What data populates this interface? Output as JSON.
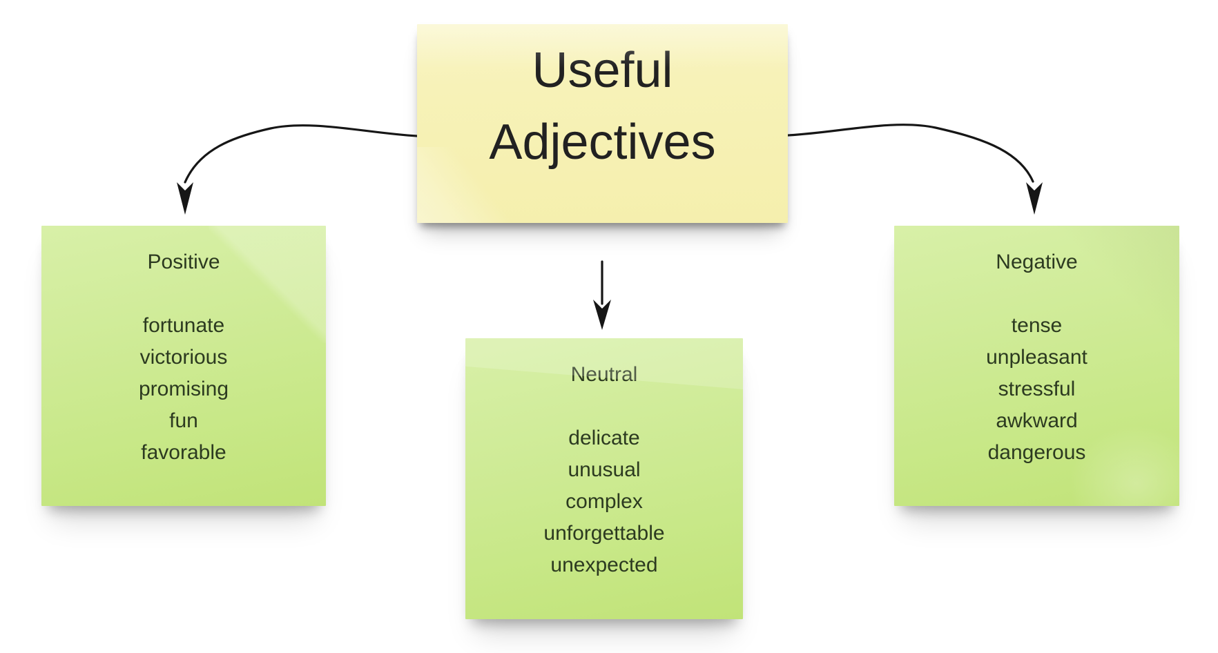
{
  "title_note": {
    "text": "Useful Adjectives"
  },
  "category_notes": [
    {
      "label": "Positive",
      "words": [
        "fortunate",
        "victorious",
        "promising",
        "fun",
        "favorable"
      ]
    },
    {
      "label": "Neutral",
      "words": [
        "delicate",
        "unusual",
        "complex",
        "unforgettable",
        "unexpected"
      ]
    },
    {
      "label": "Negative",
      "words": [
        "tense",
        "unpleasant",
        "stressful",
        "awkward",
        "dangerous"
      ]
    }
  ],
  "colors": {
    "background": "#ffffff",
    "title_note": "#f7f2b8",
    "category_note": "#cbe98e",
    "arrow": "#161616",
    "title_text": "#212121",
    "note_text": "#2c3a20"
  }
}
